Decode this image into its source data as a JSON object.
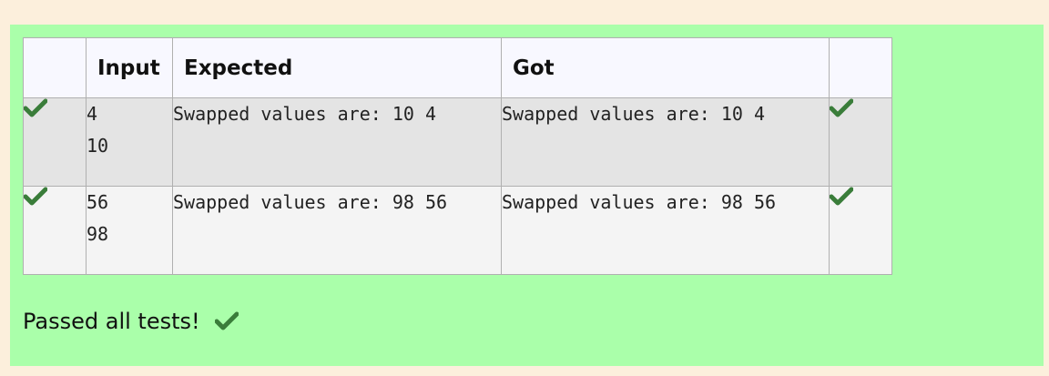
{
  "table": {
    "headers": [
      "",
      "Input",
      "Expected",
      "Got",
      ""
    ],
    "rows": [
      {
        "input_line1": "4",
        "input_line2": "10",
        "expected": "Swapped values are: 10 4",
        "got": "Swapped values are: 10 4",
        "status_icon": "check-icon"
      },
      {
        "input_line1": "56",
        "input_line2": "98",
        "expected": "Swapped values are: 98 56",
        "got": "Swapped values are: 98 56",
        "status_icon": "check-icon"
      }
    ]
  },
  "summary": {
    "text": "Passed all tests!",
    "icon": "check-icon"
  },
  "colors": {
    "page_background": "#fcefdc",
    "panel_background": "#aaffaa",
    "check_green": "#3a7d3a"
  }
}
